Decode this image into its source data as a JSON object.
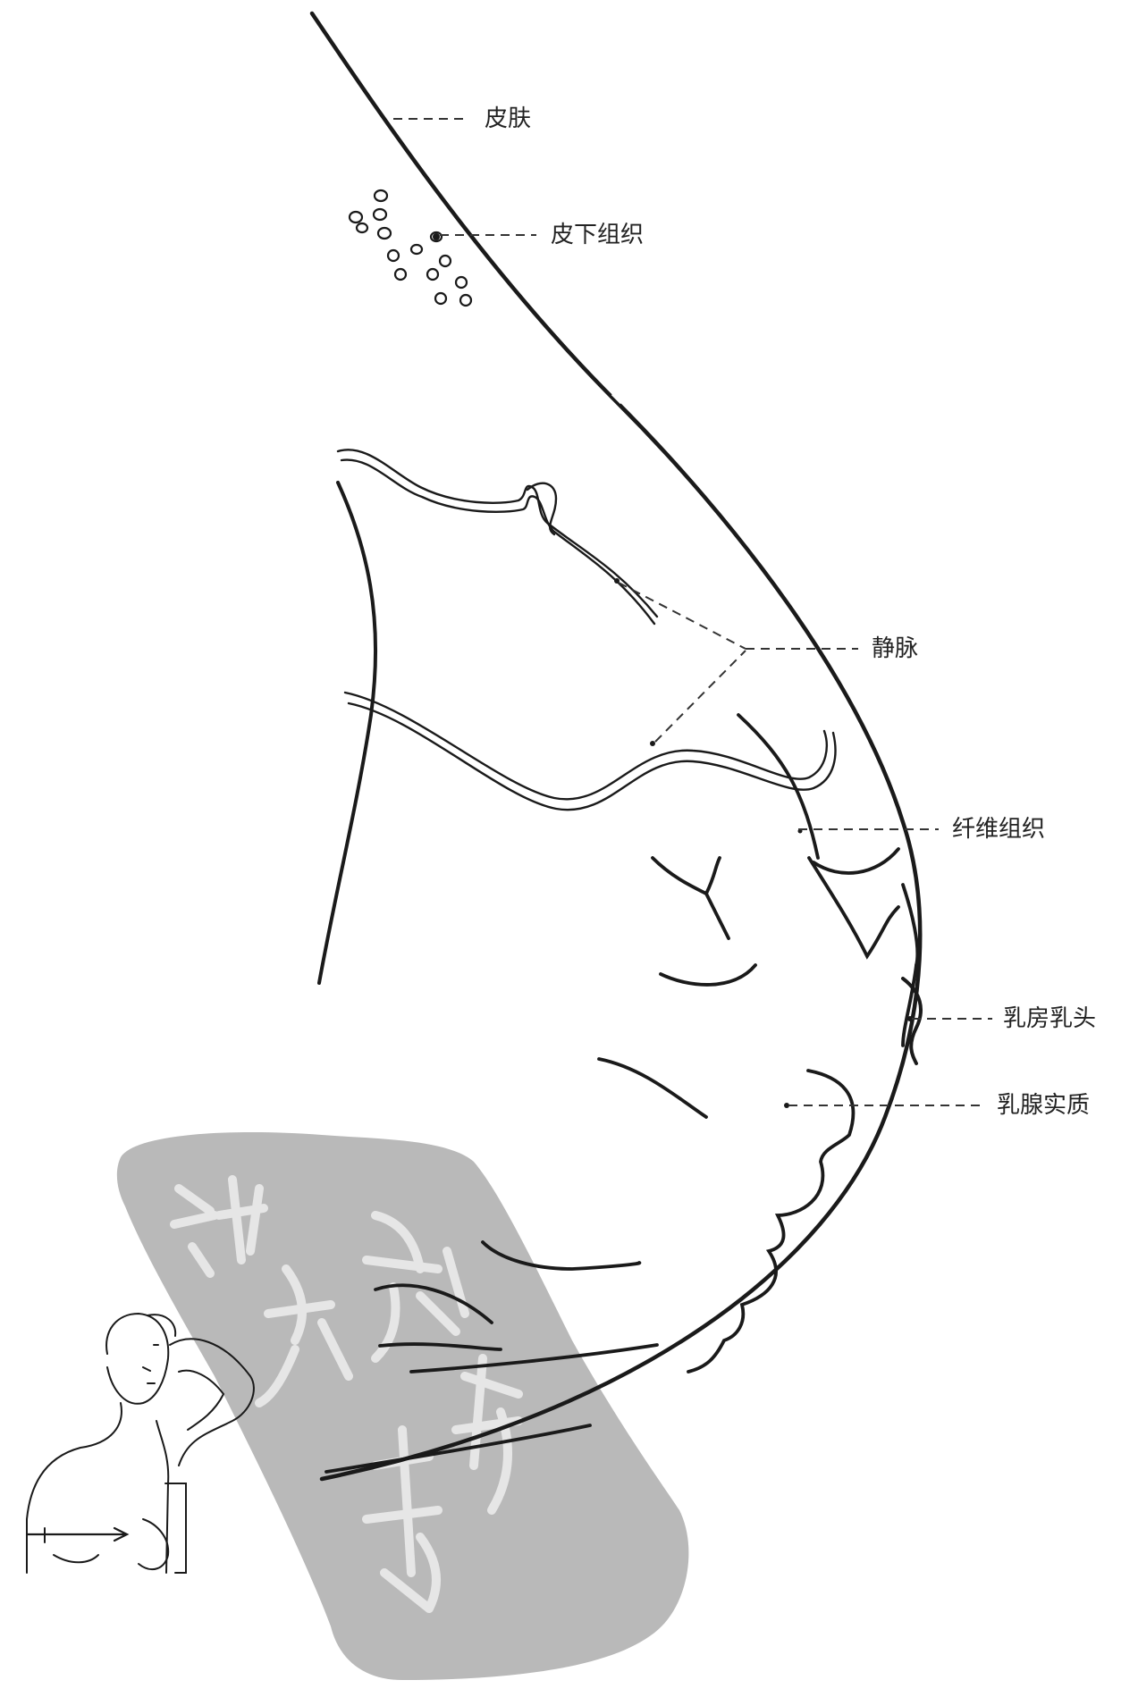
{
  "labels": {
    "skin": "皮肤",
    "subcutaneous": "皮下组织",
    "vein": "静脉",
    "fibrous": "纤维组织",
    "nipple": "乳房乳头",
    "parenchyma": "乳腺实质"
  },
  "watermark": {
    "text": "新医疗图"
  },
  "colors": {
    "ink": "#1a1a1a",
    "leader": "#333333",
    "watermark_bg": "#b9b9b9",
    "watermark_glyph": "#e6e6e6"
  }
}
